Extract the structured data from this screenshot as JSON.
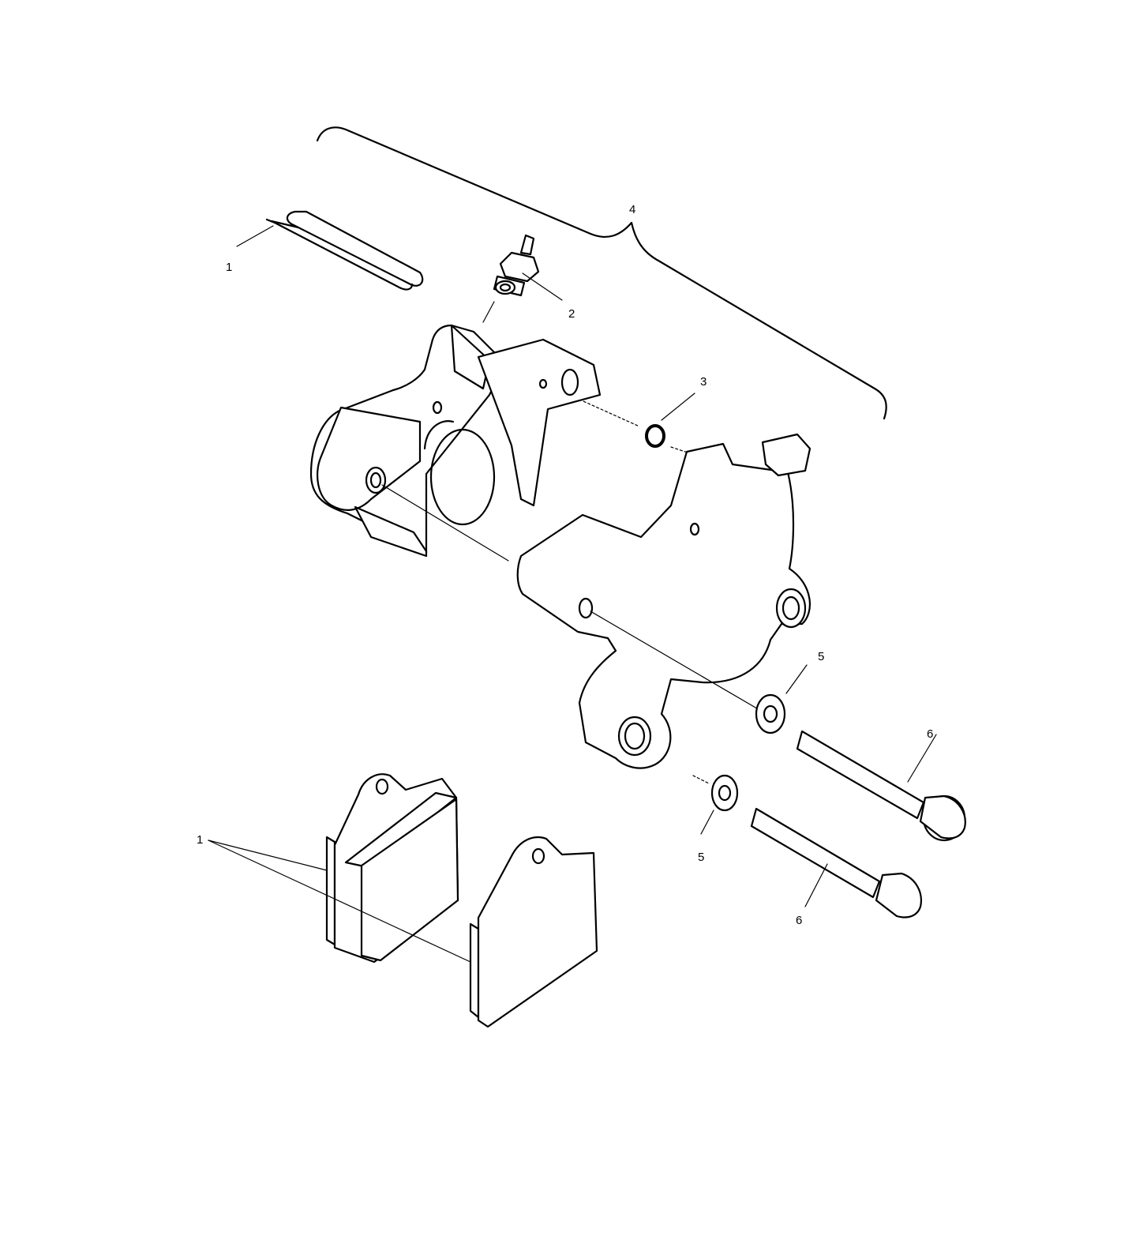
{
  "callouts": {
    "cotter_pin": "1",
    "bleeder_screw": "2",
    "o_ring": "3",
    "caliper_assembly": "4",
    "washer_upper": "5",
    "washer_lower": "5",
    "bolt_upper": "6",
    "bolt_lower": "6",
    "brake_pads": "1"
  }
}
